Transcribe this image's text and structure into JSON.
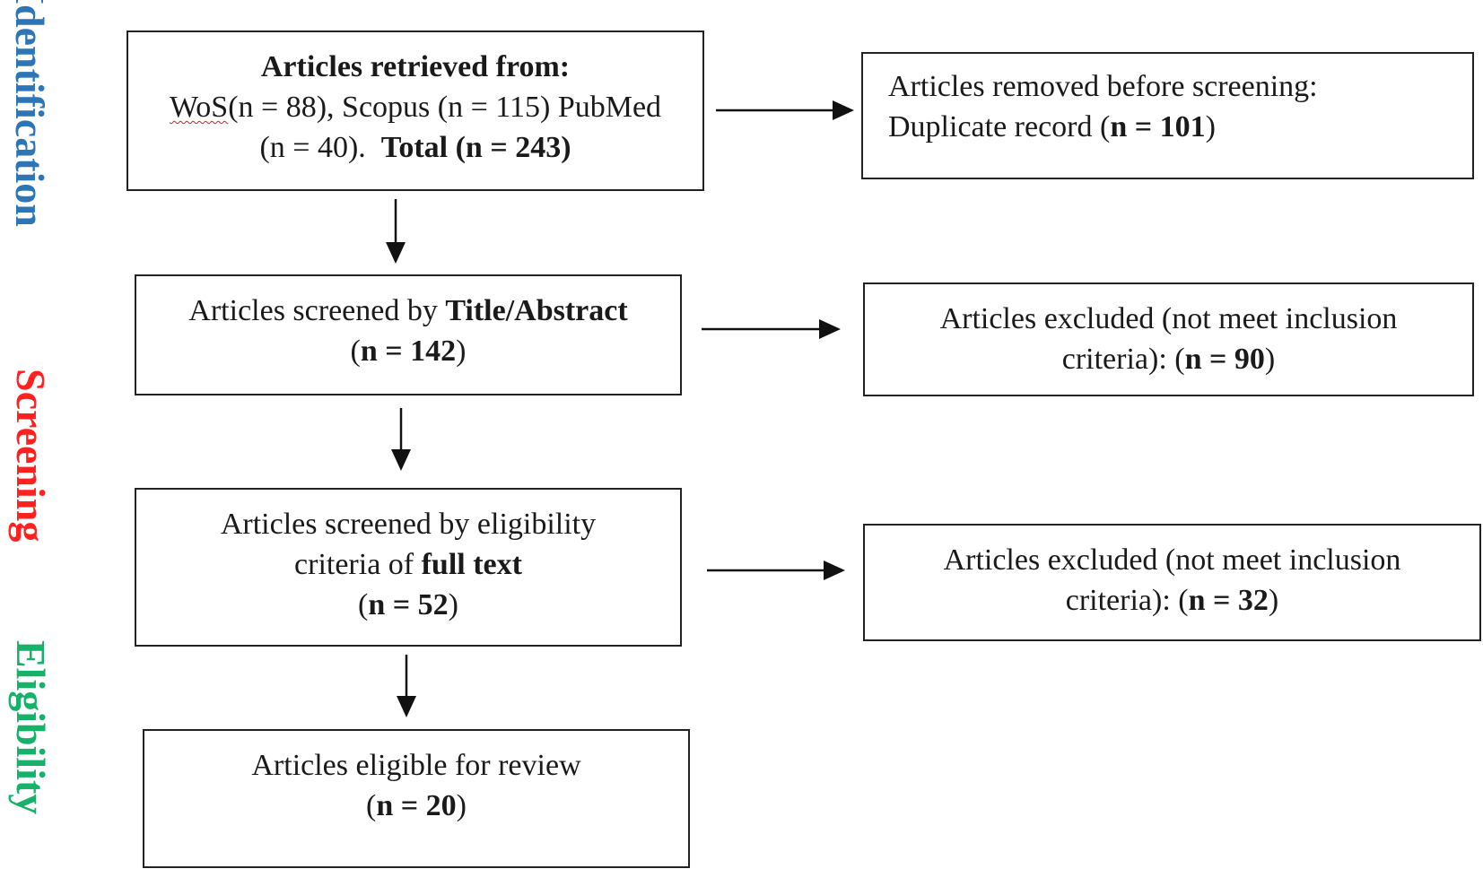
{
  "stages": {
    "identification": {
      "label": "Identification",
      "color": "#2e75b6"
    },
    "screening": {
      "label": "Screening",
      "color": "#ff2020"
    },
    "eligibility": {
      "label": "Eligibility",
      "color": "#17b26a"
    }
  },
  "boxes": {
    "retrieved": {
      "heading": "Articles retrieved from:",
      "wos": "WoS",
      "sources_rest": "(n = 88), Scopus  (n = 115) PubMed",
      "sources_end": "(n = 40).",
      "total": "Total (n = 243)"
    },
    "removed": {
      "line1": "Articles removed before screening:",
      "line2_prefix": "Duplicate record (",
      "line2_count": "n = 101",
      "line2_suffix": ")"
    },
    "screened_title": {
      "prefix": "Articles screened by ",
      "bold": "Title/Abstract",
      "count_open": "(",
      "count": "n = 142",
      "count_close": ")"
    },
    "excluded_title": {
      "line1": "Articles excluded (not meet inclusion",
      "line2_prefix": "criteria): (",
      "line2_count": "n = 90",
      "line2_suffix": ")"
    },
    "screened_full": {
      "line1": "Articles screened by eligibility",
      "line2_prefix": "criteria of ",
      "line2_bold": "full text",
      "count_open": "(",
      "count": "n = 52",
      "count_close": ")"
    },
    "excluded_full": {
      "line1": "Articles excluded (not meet inclusion",
      "line2_prefix": "criteria): (",
      "line2_count": "n = 32",
      "line2_suffix": ")"
    },
    "eligible": {
      "line1": "Articles eligible for review",
      "count_open": "(",
      "count": "n = 20",
      "count_close": ")"
    }
  },
  "colors": {
    "border": "#222222",
    "arrow": "#111111"
  }
}
